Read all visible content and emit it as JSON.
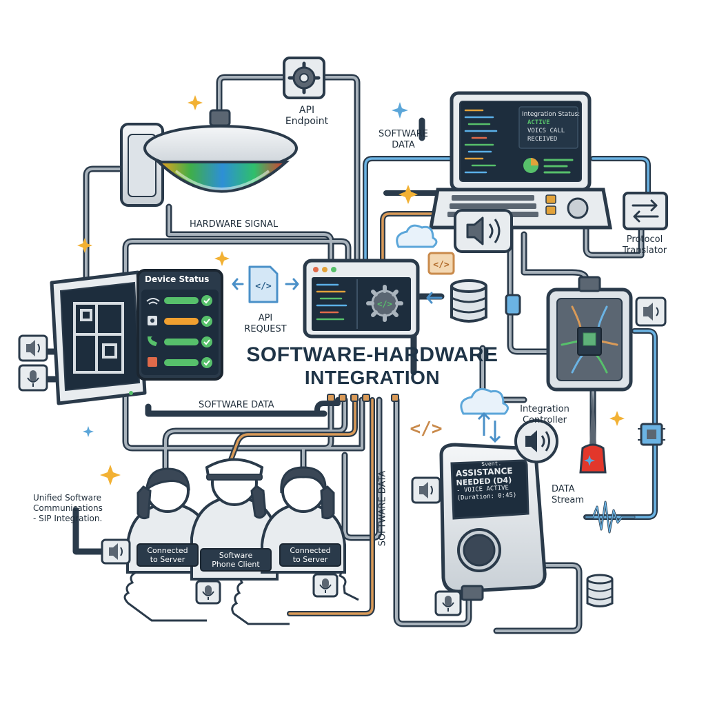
{
  "title": {
    "line1": "SOFTWARE-HARDWARE",
    "line2": "INTEGRATION"
  },
  "labels": {
    "api_endpoint_1": "API",
    "api_endpoint_2": "Endpoint",
    "software_data_top_1": "SOFTWARE",
    "software_data_top_2": "DATA",
    "hardware_signal": "HARDWARE SIGNAL",
    "protocol_translator_1": "Protocol",
    "protocol_translator_2": "Translator",
    "api_request_1": "API",
    "api_request_2": "REQUEST",
    "software_data_mid": "SOFTWARE DATA",
    "software_data_vertical": "SOFTWARE DATA",
    "integration_controller_1": "Integration",
    "integration_controller_2": "Controller",
    "data_stream_1": "DATA",
    "data_stream_2": "Stream",
    "unified_1": "Unified Software",
    "unified_2": "Communications",
    "unified_3": "- SIP Integration."
  },
  "laptop_screen": {
    "heading": "Integration Status:",
    "line1": "ACTIVE",
    "line2": "VOICS CALL",
    "line3": "RECEIVED"
  },
  "device_status": {
    "heading": "Device Status"
  },
  "pager_screen": {
    "line0": "Svent.",
    "line1": "ASSISTANCE",
    "line2": "NEEDED (D4)",
    "line3": "- VOICE ACTIVE",
    "line4": "(Duration: 0:45)"
  },
  "badges": {
    "left": [
      "Connected",
      "to Server"
    ],
    "center": [
      "Software",
      "Phone Client"
    ],
    "right": [
      "Connected",
      "to Server"
    ]
  },
  "colors": {
    "outline": "#2a3a4a",
    "wire_gray": "#5b6672",
    "wire_blue": "#4a90c8",
    "wire_orange": "#c98a4b",
    "screen_dark": "#1d2d3d",
    "green": "#4caf50",
    "orange": "#f0a030",
    "sparkle_gold": "#f2b134",
    "sparkle_blue": "#5ba6d9"
  }
}
